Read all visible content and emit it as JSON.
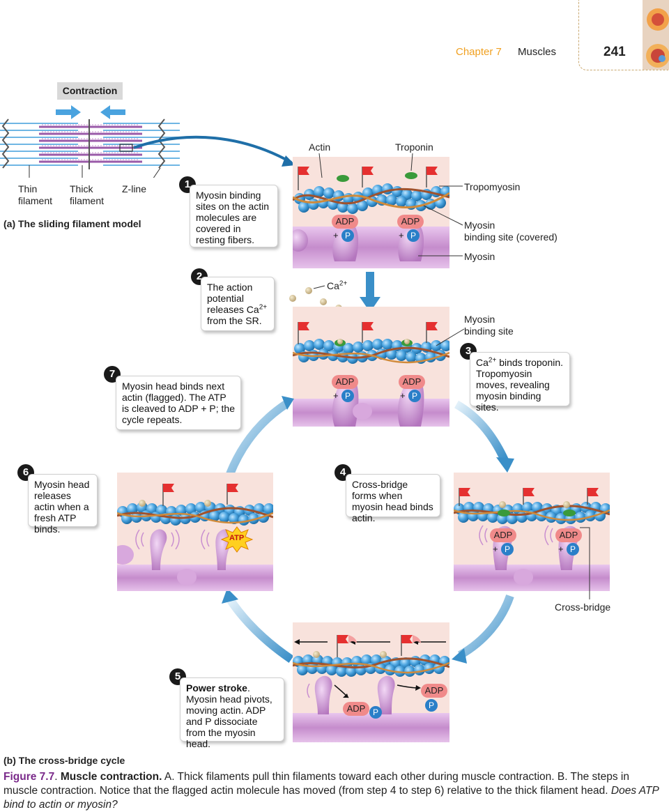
{
  "header": {
    "chapter": "Chapter 7",
    "section": "Muscles",
    "page_number": "241"
  },
  "sliding_model": {
    "contraction_label": "Contraction",
    "thin_filament": "Thin\nfilament",
    "thick_filament": "Thick\nfilament",
    "z_line": "Z-line",
    "caption": "(a) The sliding filament model"
  },
  "labels": {
    "actin": "Actin",
    "troponin": "Troponin",
    "tropomyosin": "Tropomyosin",
    "myosin_binding_covered": "Myosin\nbinding site (covered)",
    "myosin": "Myosin",
    "ca_top": "Ca",
    "ca_mid": "Ca",
    "ca_sup": "2+",
    "myosin_binding_site": "Myosin\nbinding site",
    "cross_bridge": "Cross-bridge",
    "adp": "ADP",
    "p": "P",
    "plus": "+",
    "atp": "ATP"
  },
  "steps": [
    {
      "n": "1",
      "text": "Myosin binding sites on the actin molecules are covered in resting fibers."
    },
    {
      "n": "2",
      "text_a": "The action potential releases Ca",
      "sup": "2+",
      "text_b": " from the SR."
    },
    {
      "n": "3",
      "text_a": "Ca",
      "sup": "2+",
      "text_b": " binds troponin. Tropomyosin moves, revealing myosin binding sites."
    },
    {
      "n": "4",
      "text": "Cross-bridge forms when myosin head binds actin."
    },
    {
      "n": "5",
      "bold": "Power stroke",
      "text": ". Myosin head pivots, moving actin. ADP and P dissociate from the myosin head."
    },
    {
      "n": "6",
      "text": "Myosin head releases actin when a fresh ATP binds."
    },
    {
      "n": "7",
      "text": "Myosin head binds next actin (flagged). The ATP is cleaved to ADP + P; the cycle repeats."
    }
  ],
  "cycle_caption": "(b) The cross-bridge cycle",
  "figure": {
    "label": "Figure 7.7",
    "title": "Muscle contraction.",
    "body": " A. Thick filaments pull thin filaments toward each other during muscle contraction. B. The steps in muscle contraction. Notice that the flagged actin molecule has moved (from step 4 to step 6) relative to the thick filament head. ",
    "question": "Does ATP bind to actin or myosin?"
  },
  "colors": {
    "accent_orange": "#f0a020",
    "figure_purple": "#7a2a8a",
    "arrow_blue": "#3a8fc8",
    "actin_blue": "#4aa3df",
    "tropomyosin_brown": "#a0522d",
    "myosin_purple": "#c98fd0",
    "adp_red": "#f08a8a",
    "flag_red": "#e53030"
  }
}
